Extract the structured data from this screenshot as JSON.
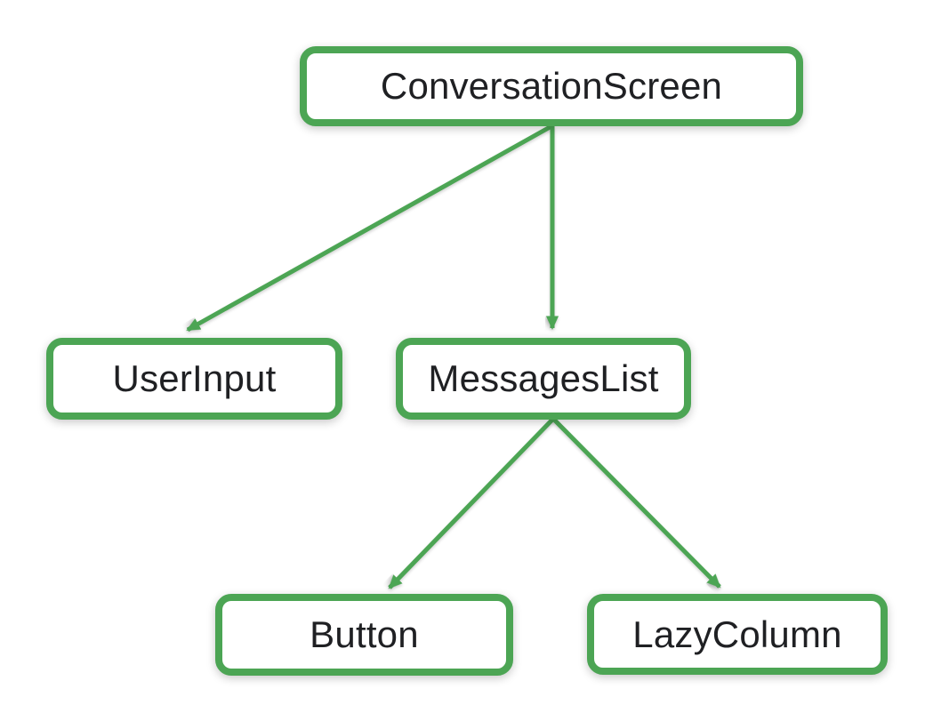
{
  "diagram": {
    "type": "component-tree",
    "accent_color": "#4CA554",
    "text_color": "#1F2023",
    "background_color": "#FFFFFF",
    "nodes": {
      "conversation_screen": {
        "label": "ConversationScreen"
      },
      "user_input": {
        "label": "UserInput"
      },
      "messages_list": {
        "label": "MessagesList"
      },
      "button": {
        "label": "Button"
      },
      "lazy_column": {
        "label": "LazyColumn"
      }
    },
    "edges": [
      {
        "from": "ConversationScreen",
        "to": "UserInput"
      },
      {
        "from": "ConversationScreen",
        "to": "MessagesList"
      },
      {
        "from": "MessagesList",
        "to": "Button"
      },
      {
        "from": "MessagesList",
        "to": "LazyColumn"
      }
    ]
  }
}
